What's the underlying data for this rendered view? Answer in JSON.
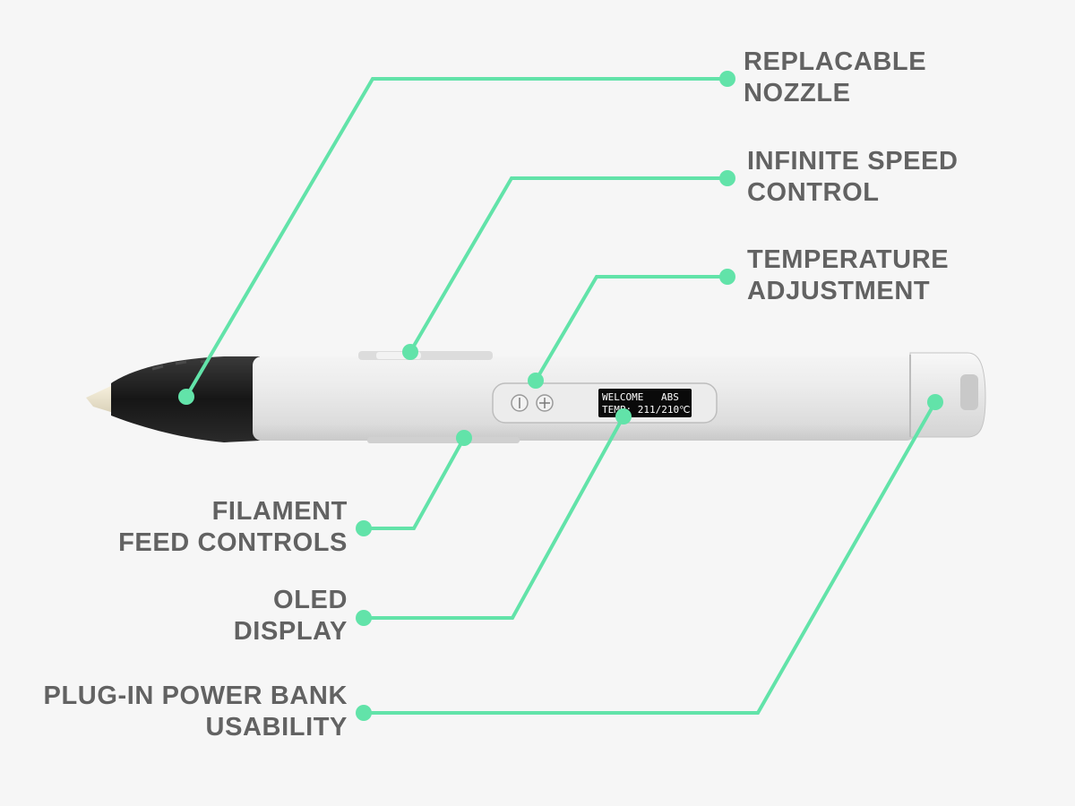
{
  "colors": {
    "background": "#f6f6f6",
    "callout": "#62e3a9",
    "label_text": "#626262",
    "pen_body": "#e6e6e6",
    "pen_tip": "#222222",
    "oled_screen": "#0a0a0a"
  },
  "oled": {
    "line1_left": "WELCOME",
    "line1_right": "ABS",
    "line2": "TEMP: 211/210℃"
  },
  "callouts": {
    "nozzle": {
      "line1": "REPLACABLE",
      "line2": "NOZZLE"
    },
    "speed": {
      "line1": "INFINITE SPEED",
      "line2": "CONTROL"
    },
    "temperature": {
      "line1": "TEMPERATURE",
      "line2": "ADJUSTMENT"
    },
    "filament": {
      "line1": "FILAMENT",
      "line2": "FEED CONTROLS"
    },
    "oled_display": {
      "line1": "OLED",
      "line2": "DISPLAY"
    },
    "power_bank": {
      "line1": "PLUG-IN POWER BANK",
      "line2": "USABILITY"
    }
  }
}
